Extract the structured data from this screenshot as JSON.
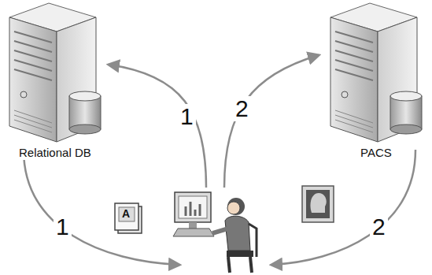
{
  "diagram": {
    "nodes": [
      {
        "text": [
          "Relational DB"
        ]
      },
      {
        "text": [
          "PACS"
        ]
      }
    ],
    "labels": [
      "1",
      "2",
      "1",
      "2",
      "A"
    ]
  }
}
